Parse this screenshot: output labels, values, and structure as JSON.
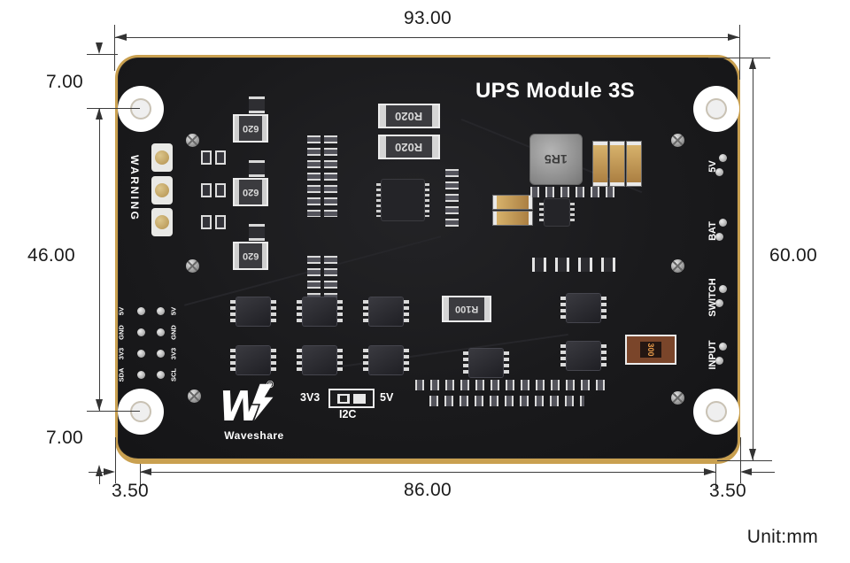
{
  "annotation": {
    "unit": "Unit:mm",
    "dim_top_width": "93.00",
    "dim_left_hole_top": "7.00",
    "dim_left_holes_span": "46.00",
    "dim_left_hole_bottom": "7.00",
    "dim_right_height": "60.00",
    "dim_bottom_left_margin": "3.50",
    "dim_bottom_holes_span": "86.00",
    "dim_bottom_right_margin": "3.50"
  },
  "board": {
    "title": "UPS Module 3S",
    "warning_label": "WARNING",
    "brand": "Waveshare",
    "registered": "®",
    "edge_labels": [
      "5V",
      "BAT",
      "SWITCH",
      "INPUT"
    ],
    "pin_col_left": [
      "5V",
      "GND",
      "3V3",
      "SDA"
    ],
    "pin_col_right": [
      "5V",
      "GND",
      "3V3",
      "SCL"
    ],
    "jumper": {
      "left": "3V3",
      "right": "5V",
      "caption": "I2C"
    },
    "labels": {
      "shunt": "R020",
      "res620": "620",
      "inductor": "1R5",
      "sense": "R100",
      "fuse": "300"
    }
  },
  "colors": {
    "board": "#1a1a1c",
    "edge_gold": "#c9a050",
    "silkscreen": "#ffffff",
    "dimension_line": "#3c3c3c",
    "led_dome": "#c8ab66",
    "capacitor_gold": "#c49a4e",
    "fuse_body": "#7a452a"
  }
}
